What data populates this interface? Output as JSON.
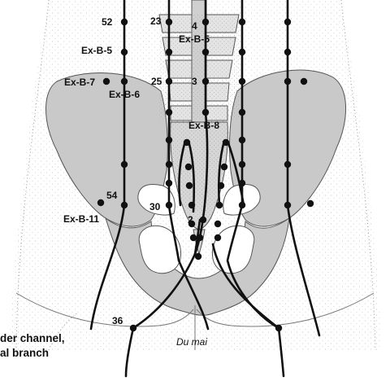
{
  "colors": {
    "bone": "#c9c9c9",
    "bone_dark": "#a8a8a8",
    "line": "#111111",
    "point": "#111111",
    "stipple": "#8a8a8a"
  },
  "labels": {
    "p52": "52",
    "p23": "23",
    "p4": "4",
    "exb5_left": "Ex-B-5",
    "exb5_spine": "Ex-B-5",
    "exb7": "Ex-B-7",
    "exb6": "Ex-B-6",
    "p25": "25",
    "p3": "3",
    "exb8": "Ex-B-8",
    "p54": "54",
    "p30": "30",
    "p2": "2",
    "exb11": "Ex-B-11",
    "p36": "36",
    "du_mai": "Du mai",
    "caption_line1": "der channel,",
    "caption_line2": "al branch"
  }
}
